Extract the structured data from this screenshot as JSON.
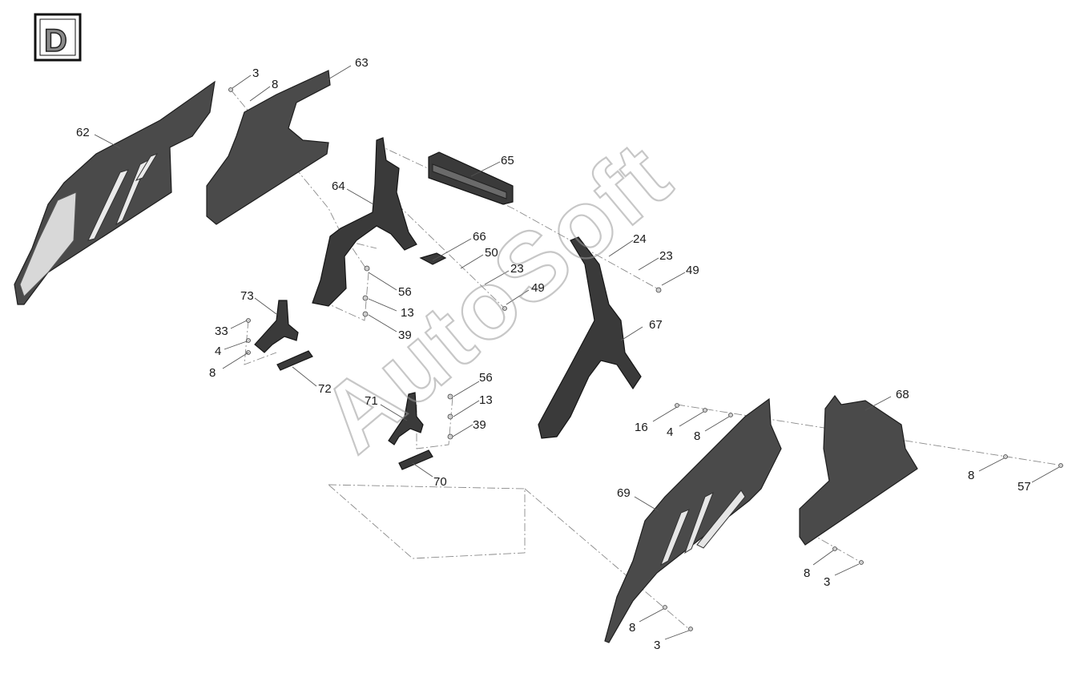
{
  "view_badge": "D",
  "watermark": "AutoSoft",
  "callouts": [
    {
      "id": "c-3a",
      "label": "3"
    },
    {
      "id": "c-8a",
      "label": "8"
    },
    {
      "id": "c-63",
      "label": "63"
    },
    {
      "id": "c-62",
      "label": "62"
    },
    {
      "id": "c-65",
      "label": "65"
    },
    {
      "id": "c-64",
      "label": "64"
    },
    {
      "id": "c-66",
      "label": "66"
    },
    {
      "id": "c-50",
      "label": "50"
    },
    {
      "id": "c-23a",
      "label": "23"
    },
    {
      "id": "c-24",
      "label": "24"
    },
    {
      "id": "c-23b",
      "label": "23"
    },
    {
      "id": "c-49a",
      "label": "49"
    },
    {
      "id": "c-49b",
      "label": "49"
    },
    {
      "id": "c-56a",
      "label": "56"
    },
    {
      "id": "c-13a",
      "label": "13"
    },
    {
      "id": "c-39a",
      "label": "39"
    },
    {
      "id": "c-73",
      "label": "73"
    },
    {
      "id": "c-33",
      "label": "33"
    },
    {
      "id": "c-4a",
      "label": "4"
    },
    {
      "id": "c-8b",
      "label": "8"
    },
    {
      "id": "c-72",
      "label": "72"
    },
    {
      "id": "c-67",
      "label": "67"
    },
    {
      "id": "c-56b",
      "label": "56"
    },
    {
      "id": "c-71",
      "label": "71"
    },
    {
      "id": "c-13b",
      "label": "13"
    },
    {
      "id": "c-39b",
      "label": "39"
    },
    {
      "id": "c-70",
      "label": "70"
    },
    {
      "id": "c-68",
      "label": "68"
    },
    {
      "id": "c-16",
      "label": "16"
    },
    {
      "id": "c-4b",
      "label": "4"
    },
    {
      "id": "c-8c",
      "label": "8"
    },
    {
      "id": "c-8d",
      "label": "8"
    },
    {
      "id": "c-57",
      "label": "57"
    },
    {
      "id": "c-69",
      "label": "69"
    },
    {
      "id": "c-8e",
      "label": "8"
    },
    {
      "id": "c-3b",
      "label": "3"
    },
    {
      "id": "c-8f",
      "label": "8"
    },
    {
      "id": "c-3c",
      "label": "3"
    }
  ]
}
